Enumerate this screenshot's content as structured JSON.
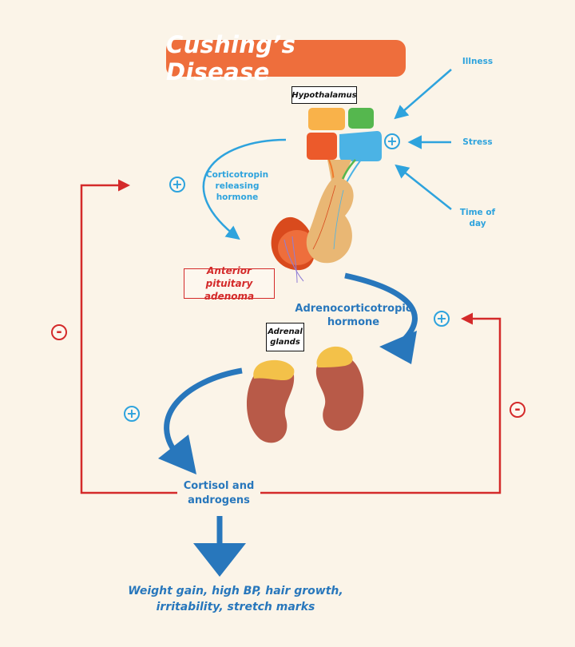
{
  "title": "Cushing’s Disease",
  "labels": {
    "hypothalamus": "Hypothalamus",
    "adrenal_glands": "Adrenal glands",
    "anterior_pituitary_adenoma": "Anterior pituitary adenoma",
    "illness": "Illness",
    "stress": "Stress",
    "time_of_day": "Time of day",
    "crh": "Corticotropin releasing hormone",
    "acth": "Adrenocorticotropic hormone",
    "cortisol": "Cortisol and androgens",
    "outcome": "Weight gain, high BP, hair growth, irritability, stretch marks"
  },
  "signs": {
    "plus": "+",
    "minus": "-"
  },
  "colors": {
    "background": "#fbf4e8",
    "title_bg": "#ee6e3c",
    "stimulus_arrow": "#2ea3dd",
    "hormone_arrow": "#2877bc",
    "negative_feedback": "#d42a2a"
  }
}
